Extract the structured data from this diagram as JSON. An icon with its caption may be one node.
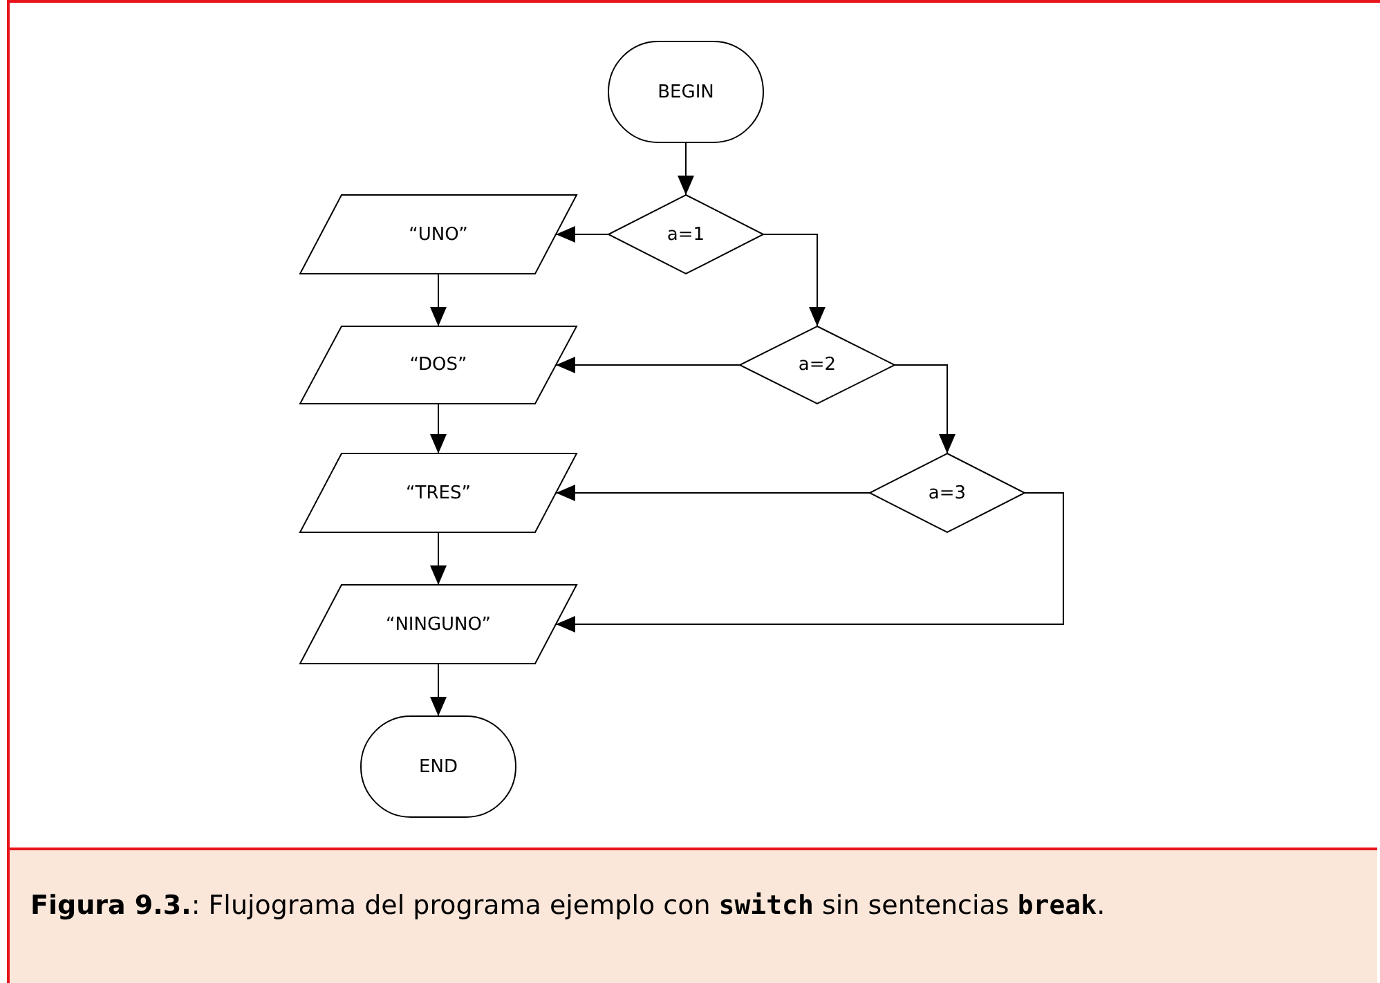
{
  "diagram": {
    "caption": "**Figura 9.3.**: Flujograma del programa ejemplo con **switch** sin sentencias **break**.",
    "nodes": [
      {
        "text": [
          "BEGIN"
        ]
      },
      {
        "text": [
          "“UNO”"
        ]
      },
      {
        "text": [
          "a=1"
        ]
      },
      {
        "text": [
          "“DOS”"
        ]
      },
      {
        "text": [
          "a=2"
        ]
      },
      {
        "text": [
          "“TRES”"
        ]
      },
      {
        "text": [
          "a=3"
        ]
      },
      {
        "text": [
          "“NINGUNO”"
        ]
      },
      {
        "text": [
          "END"
        ]
      }
    ],
    "edges": [
      {
        "from": 0,
        "to": 2,
        "arrow": "to"
      },
      {
        "from": 2,
        "to": 1,
        "arrow": "to"
      },
      {
        "from": 2,
        "to": 4,
        "arrow": "to"
      },
      {
        "from": 1,
        "to": 3,
        "arrow": "to"
      },
      {
        "from": 4,
        "to": 3,
        "arrow": "to"
      },
      {
        "from": 4,
        "to": 6,
        "arrow": "to"
      },
      {
        "from": 3,
        "to": 5,
        "arrow": "to"
      },
      {
        "from": 6,
        "to": 5,
        "arrow": "to"
      },
      {
        "from": 6,
        "to": 7,
        "arrow": "to"
      },
      {
        "from": 5,
        "to": 7,
        "arrow": "to"
      },
      {
        "from": 7,
        "to": 8,
        "arrow": "to"
      }
    ]
  }
}
